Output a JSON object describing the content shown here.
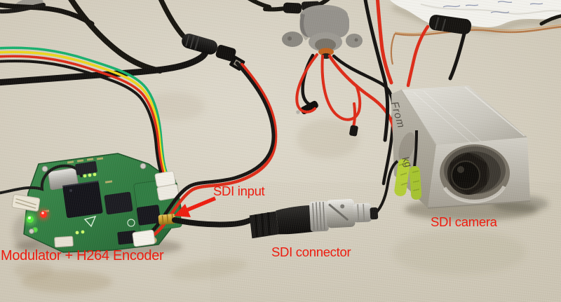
{
  "scene": {
    "description": "Photograph of an SDI video hardware setup on a beige canvas table: encoder board, BNC cable and aluminum SDI camera, with red annotation labels"
  },
  "annotations": {
    "sdi_input": "SDI input",
    "modulator": "Modulator + H264 Encoder",
    "sdi_connector": "SDI connector",
    "sdi_camera": "SDI camera"
  },
  "handwriting": {
    "box_line1": "From",
    "box_line2": "kg"
  },
  "colors": {
    "annotation_red": "#ed1c0f",
    "table_beige": "#cdc6b5",
    "pcb_green": "#338045",
    "pcb_green_dark": "#235c30",
    "wire_red": "#dd2b18",
    "wire_yellow": "#ecd51c",
    "wire_green": "#18b06e",
    "wire_black": "#161412",
    "sma_gold": "#c79d2c",
    "bnc_silver": "#b9b7b2",
    "camera_aluminum": "#c6c2b8",
    "tape_green": "#b5cf36",
    "connector_gray": "#94918b",
    "led_green": "#55e83e",
    "led_red": "#ff2f1f"
  }
}
